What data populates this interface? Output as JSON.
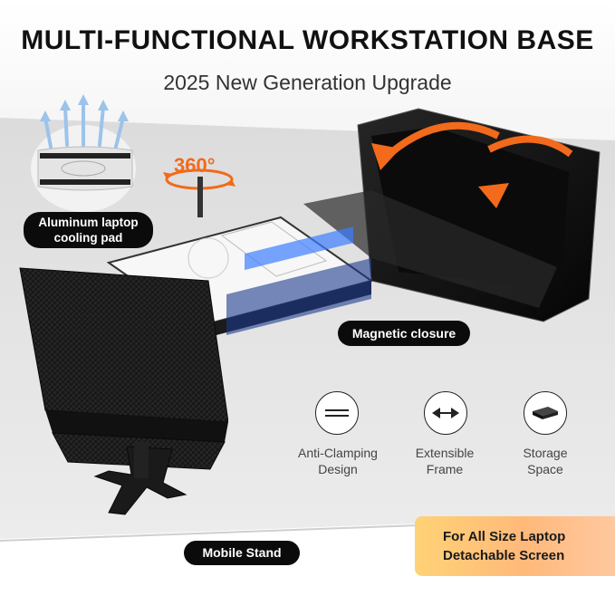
{
  "header": {
    "title": "MULTI-FUNCTIONAL WORKSTATION BASE",
    "subtitle": "2025 New Generation Upgrade"
  },
  "callouts": {
    "cooling": [
      "Aluminum laptop",
      "cooling pad"
    ],
    "rotation": "360°",
    "magnetic": "Magnetic closure",
    "stand": "Mobile Stand"
  },
  "features": [
    {
      "icon": "parallel-lines-icon",
      "label": [
        "Anti-Clamping",
        "Design"
      ]
    },
    {
      "icon": "double-arrow-icon",
      "label": [
        "Extensible",
        "Frame"
      ]
    },
    {
      "icon": "storage-box-icon",
      "label": [
        "Storage",
        "Space"
      ]
    }
  ],
  "badge": {
    "line1": "For All Size Laptop",
    "line2": "Detachable Screen"
  },
  "colors": {
    "accent_orange": "#f26a1b",
    "carbon_black": "#1a1a1a",
    "led_blue": "#3d7dff",
    "badge_gradient_start": "#ffd276",
    "badge_gradient_end": "#ffc8a0"
  }
}
